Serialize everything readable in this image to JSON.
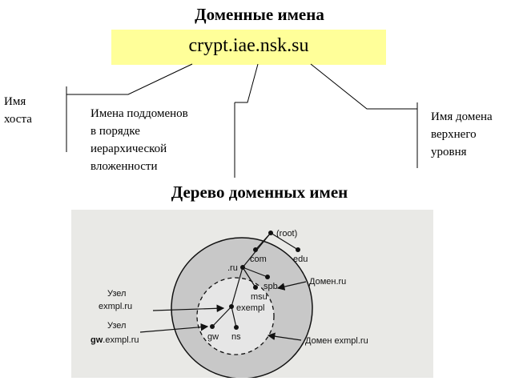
{
  "titles": {
    "domain_names": "Доменные имена",
    "tree": "Дерево доменных имен"
  },
  "domain_example": "crypt.iae.nsk.su",
  "labels": {
    "host": [
      "Имя",
      "хоста"
    ],
    "subdomains": [
      "Имена поддоменов",
      "в порядке",
      "иерархической",
      "вложенности"
    ],
    "top_level": [
      "Имя домена",
      "верхнего",
      "уровня"
    ]
  },
  "tree": {
    "nodes": {
      "root": "(root)",
      "com": "com",
      "edu": "edu",
      "ru": ".ru",
      "spb": "spb",
      "msu": "msu",
      "exempl": "exempl",
      "gw": "gw",
      "ns": "ns"
    },
    "annotations": {
      "node_label": "Узел",
      "node_exmpl": "exmpl.ru",
      "node_gw_prefix": "gw",
      "node_gw_rest": ".exmpl.ru",
      "domain_ru": "Домен.ru",
      "domain_exmpl": "Домен exmpl.ru"
    }
  },
  "colors": {
    "highlight": "#ffff99",
    "paper": "#e9e9e6",
    "outer_circle": "#c8c8c8",
    "inner_circle": "#e6e6e6"
  }
}
